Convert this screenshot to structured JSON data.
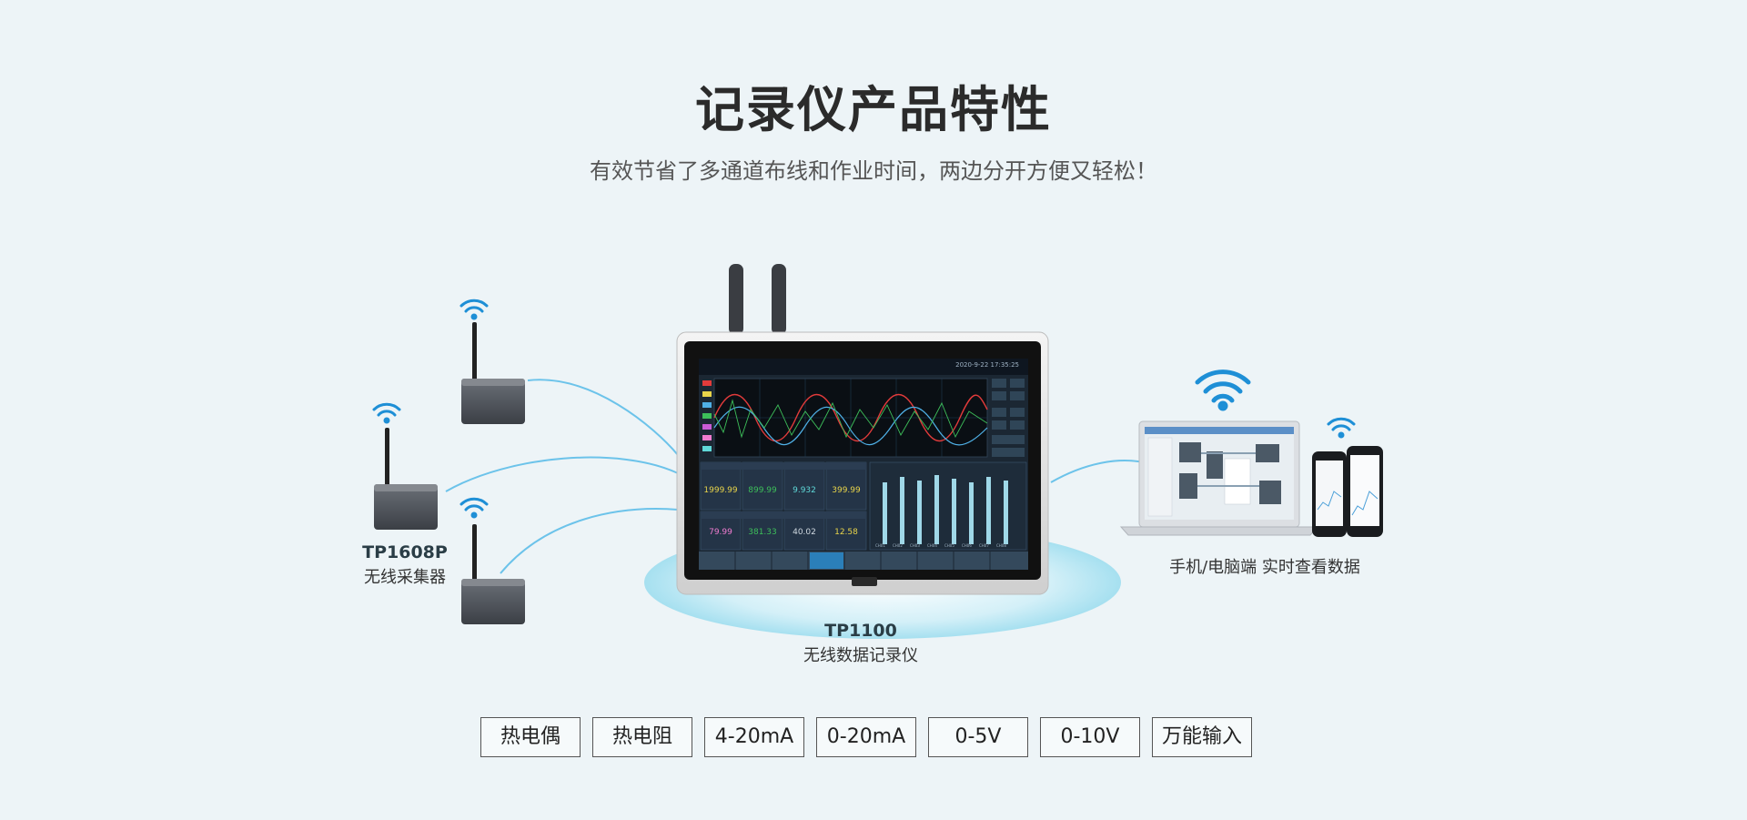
{
  "header": {
    "title": "记录仪产品特性",
    "subtitle": "有效节省了多通道布线和作业时间，两边分开方便又轻松！"
  },
  "collector": {
    "model": "TP1608P",
    "description": "无线采集器"
  },
  "recorder": {
    "model": "TP1100",
    "description": "无线数据记录仪",
    "screen": {
      "datetime": "2020-9-22  17:35:25",
      "readouts": [
        "1999.99",
        "899.99",
        "9.932",
        "399.99",
        "79.99",
        "381.33",
        "40.02",
        "12.58"
      ],
      "bar_labels": [
        "CH01",
        "CH02",
        "CH03",
        "CH04",
        "CH05",
        "CH06",
        "CH07",
        "CH08"
      ]
    }
  },
  "remote": {
    "caption": "手机/电脑端 实时查看数据"
  },
  "input_types": [
    "热电偶",
    "热电阻",
    "4-20mA",
    "0-20mA",
    "0-5V",
    "0-10V",
    "万能输入"
  ],
  "colors": {
    "background": "#edf4f7",
    "wifi": "#1e8fd6",
    "link_arc": "#6cc3ea"
  }
}
